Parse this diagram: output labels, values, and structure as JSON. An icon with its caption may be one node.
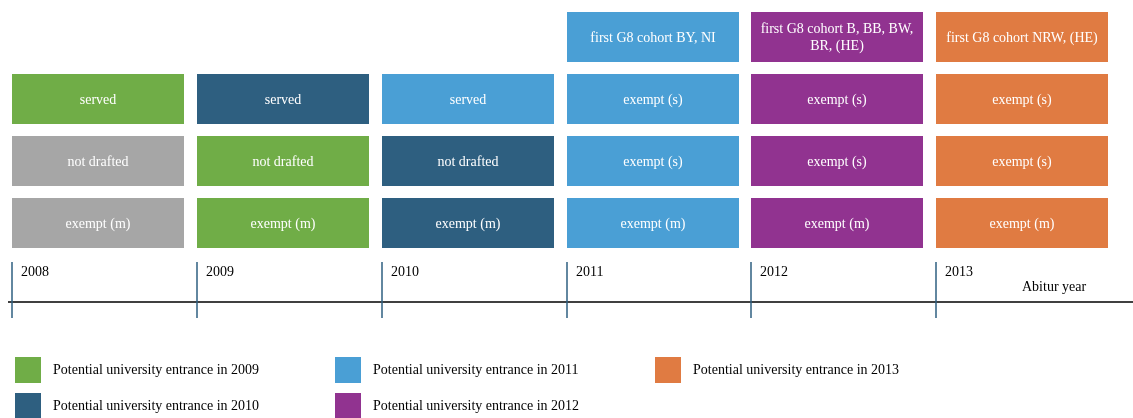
{
  "diagram": {
    "nodes": [
      {
        "text": [
          "first G8 cohort BY, NI"
        ]
      },
      {
        "text": [
          "first G8 cohort B, BB, BW, BR, (HE)"
        ]
      },
      {
        "text": [
          "first G8 cohort NRW, (HE)"
        ]
      },
      {
        "text": [
          "served"
        ]
      },
      {
        "text": [
          "served"
        ]
      },
      {
        "text": [
          "served"
        ]
      },
      {
        "text": [
          "exempt (s)"
        ]
      },
      {
        "text": [
          "exempt (s)"
        ]
      },
      {
        "text": [
          "exempt (s)"
        ]
      },
      {
        "text": [
          "not drafted"
        ]
      },
      {
        "text": [
          "not drafted"
        ]
      },
      {
        "text": [
          "not drafted"
        ]
      },
      {
        "text": [
          "exempt (s)"
        ]
      },
      {
        "text": [
          "exempt (s)"
        ]
      },
      {
        "text": [
          "exempt (s)"
        ]
      },
      {
        "text": [
          "exempt (m)"
        ]
      },
      {
        "text": [
          "exempt (m)"
        ]
      },
      {
        "text": [
          "exempt (m)"
        ]
      },
      {
        "text": [
          "exempt (m)"
        ]
      },
      {
        "text": [
          "exempt (m)"
        ]
      },
      {
        "text": [
          "exempt (m)"
        ]
      }
    ],
    "labels": [
      "2008",
      "2009",
      "2010",
      "2011",
      "2012",
      "2013",
      "Abitur year"
    ],
    "legend": [
      {
        "text": "Potential university entrance in 2009",
        "color": "#70ad47"
      },
      {
        "text": "Potential university entrance in 2010",
        "color": "#2e5f80"
      },
      {
        "text": "Potential university entrance in 2011",
        "color": "#4a9fd5"
      },
      {
        "text": "Potential university entrance in 2012",
        "color": "#913390"
      },
      {
        "text": "Potential university entrance in 2013",
        "color": "#e07b42"
      }
    ]
  }
}
